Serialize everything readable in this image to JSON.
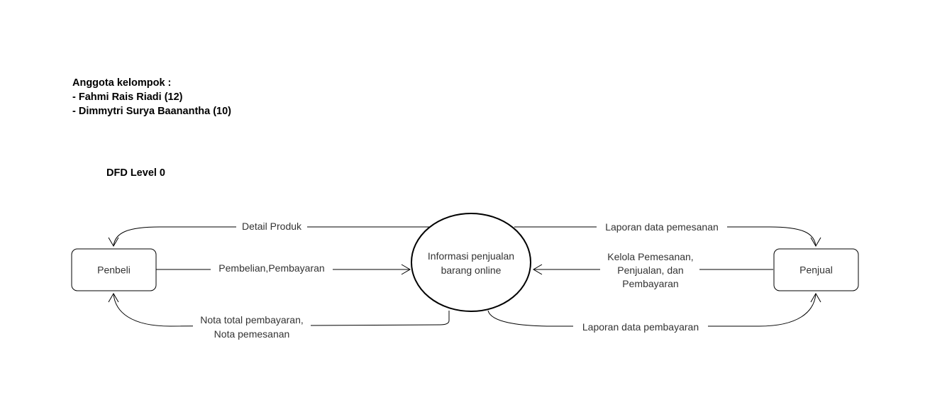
{
  "members": {
    "heading": "Anggota kelompok :",
    "items": [
      "- Fahmi Rais Riadi (12)",
      "- Dimmytri Surya Baanantha (10)"
    ]
  },
  "diagram": {
    "title": "DFD Level 0",
    "entities": {
      "left": "Penbeli",
      "right": "Penjual"
    },
    "process": {
      "line1": "Informasi penjualan",
      "line2": "barang online"
    },
    "flows": {
      "detail_produk": "Detail Produk",
      "pembelian": "Pembelian,Pembayaran",
      "nota_line1": "Nota total pembayaran,",
      "nota_line2": "Nota pemesanan",
      "laporan_pemesanan": "Laporan data pemesanan",
      "kelola_line1": "Kelola Pemesanan,",
      "kelola_line2": "Penjualan, dan",
      "kelola_line3": "Pembayaran",
      "laporan_pembayaran": "Laporan data pembayaran"
    },
    "colors": {
      "stroke": "#000000",
      "label_text": "#333333",
      "background": "#ffffff"
    }
  }
}
